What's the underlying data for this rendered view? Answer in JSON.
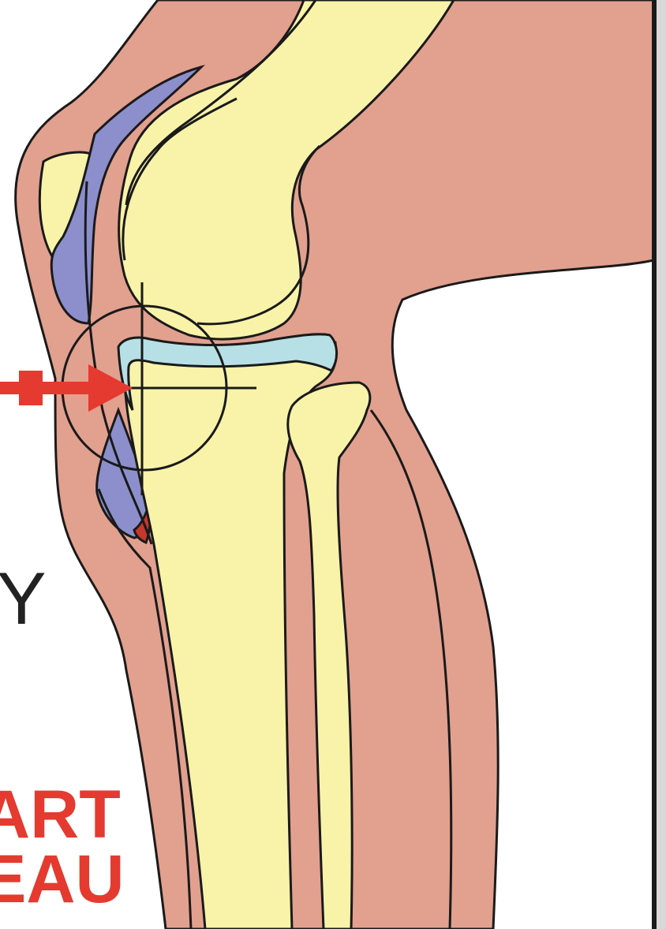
{
  "labels": {
    "left_fragment_y": "Y",
    "left_fragment_art": "ART",
    "left_fragment_eau": "EAU"
  },
  "colors": {
    "soft_tissue": "#e2a08f",
    "bone": "#f8f3a9",
    "fat_pad": "#8c8fcb",
    "cartilage": "#b6e0e6",
    "arrow": "#e53a2f",
    "outline": "#1a1a1a",
    "accent_red_tissue": "#c7372c",
    "text_red": "#e53a2f",
    "text_dark": "#222222",
    "background": "#ffffff"
  },
  "icons": {
    "arrow": "right-arrow-icon",
    "target": "crosshair-circle-icon"
  }
}
